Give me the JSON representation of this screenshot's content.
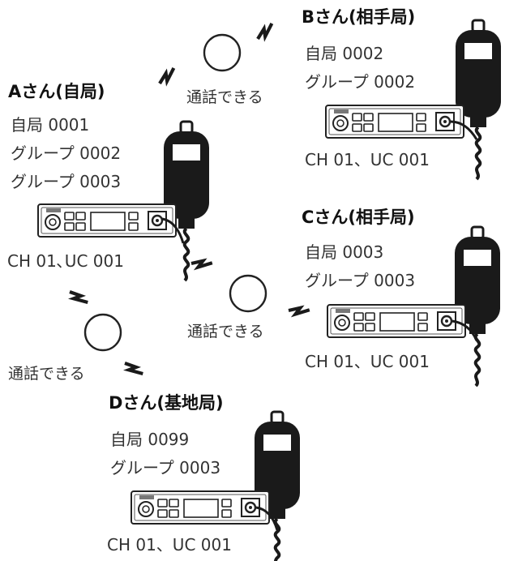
{
  "call_label": "通話できる",
  "stations": {
    "a": {
      "title": "Aさん(自局)",
      "lines": [
        "自局 0001",
        "グループ 0002",
        "グループ 0003"
      ],
      "channel": "CH 01､UC 001"
    },
    "b": {
      "title": "Bさん(相手局)",
      "lines": [
        "自局 0002",
        "グループ 0002"
      ],
      "channel": "CH 01、UC 001"
    },
    "c": {
      "title": "Cさん(相手局)",
      "lines": [
        "自局 0003",
        "グループ 0003"
      ],
      "channel": "CH 01、UC 001"
    },
    "d": {
      "title": "Dさん(基地局)",
      "lines": [
        "自局 0099",
        "グループ 0003"
      ],
      "channel": "CH 01、UC 001"
    }
  },
  "colors": {
    "device": "#1a1a1a",
    "outline": "#222222",
    "panel": "#ffffff"
  },
  "icons": [
    "lightning-bolt-icon",
    "call-circle-icon",
    "handheld-mic-icon",
    "mobile-radio-icon"
  ]
}
